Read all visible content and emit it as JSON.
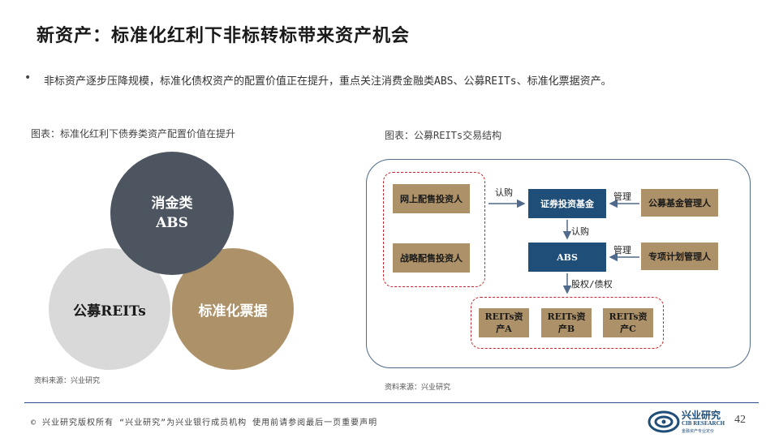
{
  "slide": {
    "title": "新资产：标准化红利下非标转标带来资产机会",
    "bullet": "非标资产逐步压降规模，标准化债权资产的配置价值正在提升，重点关注消费金融类ABS、公募REITs、标准化票据资产。"
  },
  "left_figure": {
    "caption": "图表：标准化红利下债券类资产配置价值在提升",
    "circle_top_line1": "消金类",
    "circle_top_line2": "ABS",
    "circle_left": "公募REITs",
    "circle_right": "标准化票据",
    "source": "资料来源：兴业研究"
  },
  "right_figure": {
    "caption": "图表：公募REITs交易结构",
    "online_investor": "网上配售投资人",
    "strategic_investor": "战略配售投资人",
    "securities_fund": "证券投资基金",
    "fund_manager": "公募基金管理人",
    "abs": "ABS",
    "plan_manager": "专项计划管理人",
    "reit_a": "REITs资产A",
    "reit_b": "REITs资产B",
    "reit_c": "REITs资产C",
    "label_subscribe_1": "认购",
    "label_subscribe_2": "认购",
    "label_manage_1": "管理",
    "label_manage_2": "管理",
    "label_equity_debt": "股权/债权",
    "source": "资料来源：兴业研究"
  },
  "footer": {
    "text": "©  兴业研究版权所有   “兴业研究”为兴业银行成员机构   使用前请参阅最后一页重要声明",
    "logo_cn": "兴业研究",
    "logo_en": "CIB RESEARCH",
    "logo_sub": "金融资产专业定价",
    "page_number": "42"
  },
  "colors": {
    "navy": "#1f4e79",
    "tan": "#ad9168",
    "slate": "#4d5560",
    "grey": "#d9d9d9",
    "dash_red": "#c8262c"
  }
}
